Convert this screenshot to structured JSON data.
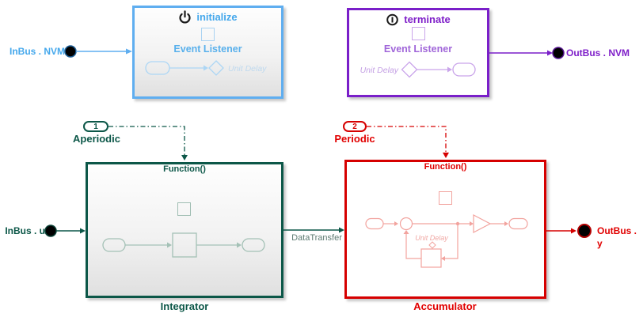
{
  "app": {
    "type": "simulink-model-canvas",
    "background": "#ffffff"
  },
  "colors": {
    "initialize_border": "#5FAEF0",
    "initialize_text": "#45A8EC",
    "initialize_sketch": "#ACD6F5",
    "terminate_border": "#7A1FC9",
    "terminate_text": "#7F1FC9",
    "terminate_listener_text": "#A066D9",
    "terminate_sketch": "#C9A4EA",
    "integrator_accent": "#0C5748",
    "integrator_sketch": "#A4C1B6",
    "accumulator_accent": "#D60000",
    "accumulator_sketch": "#F2A39E",
    "port_dot": "#000000",
    "signal_label": "#5E7B72",
    "icon_black": "#1a1a1a"
  },
  "blocks": {
    "initialize": {
      "title": "initialize",
      "event_listener_label": "Event Listener",
      "unit_delay_label": "Unit Delay"
    },
    "terminate": {
      "title": "terminate",
      "event_listener_label": "Event Listener",
      "unit_delay_label": "Unit Delay"
    },
    "integrator": {
      "function_port_label": "Function()",
      "name": "Integrator"
    },
    "accumulator": {
      "function_port_label": "Function()",
      "name": "Accumulator",
      "unit_delay_label": "Unit Delay"
    }
  },
  "ports": {
    "inbus_nvm": {
      "label": "InBus . NVM"
    },
    "inbus_u": {
      "label": "InBus . u"
    },
    "outbus_nvm": {
      "label": "OutBus . NVM"
    },
    "outbus_y": {
      "label": "OutBus . y"
    }
  },
  "events": {
    "aperiodic": {
      "number": "1",
      "label": "Aperiodic"
    },
    "periodic": {
      "number": "2",
      "label": "Periodic"
    }
  },
  "signals": {
    "datatransfer_label": "DataTransfer"
  }
}
